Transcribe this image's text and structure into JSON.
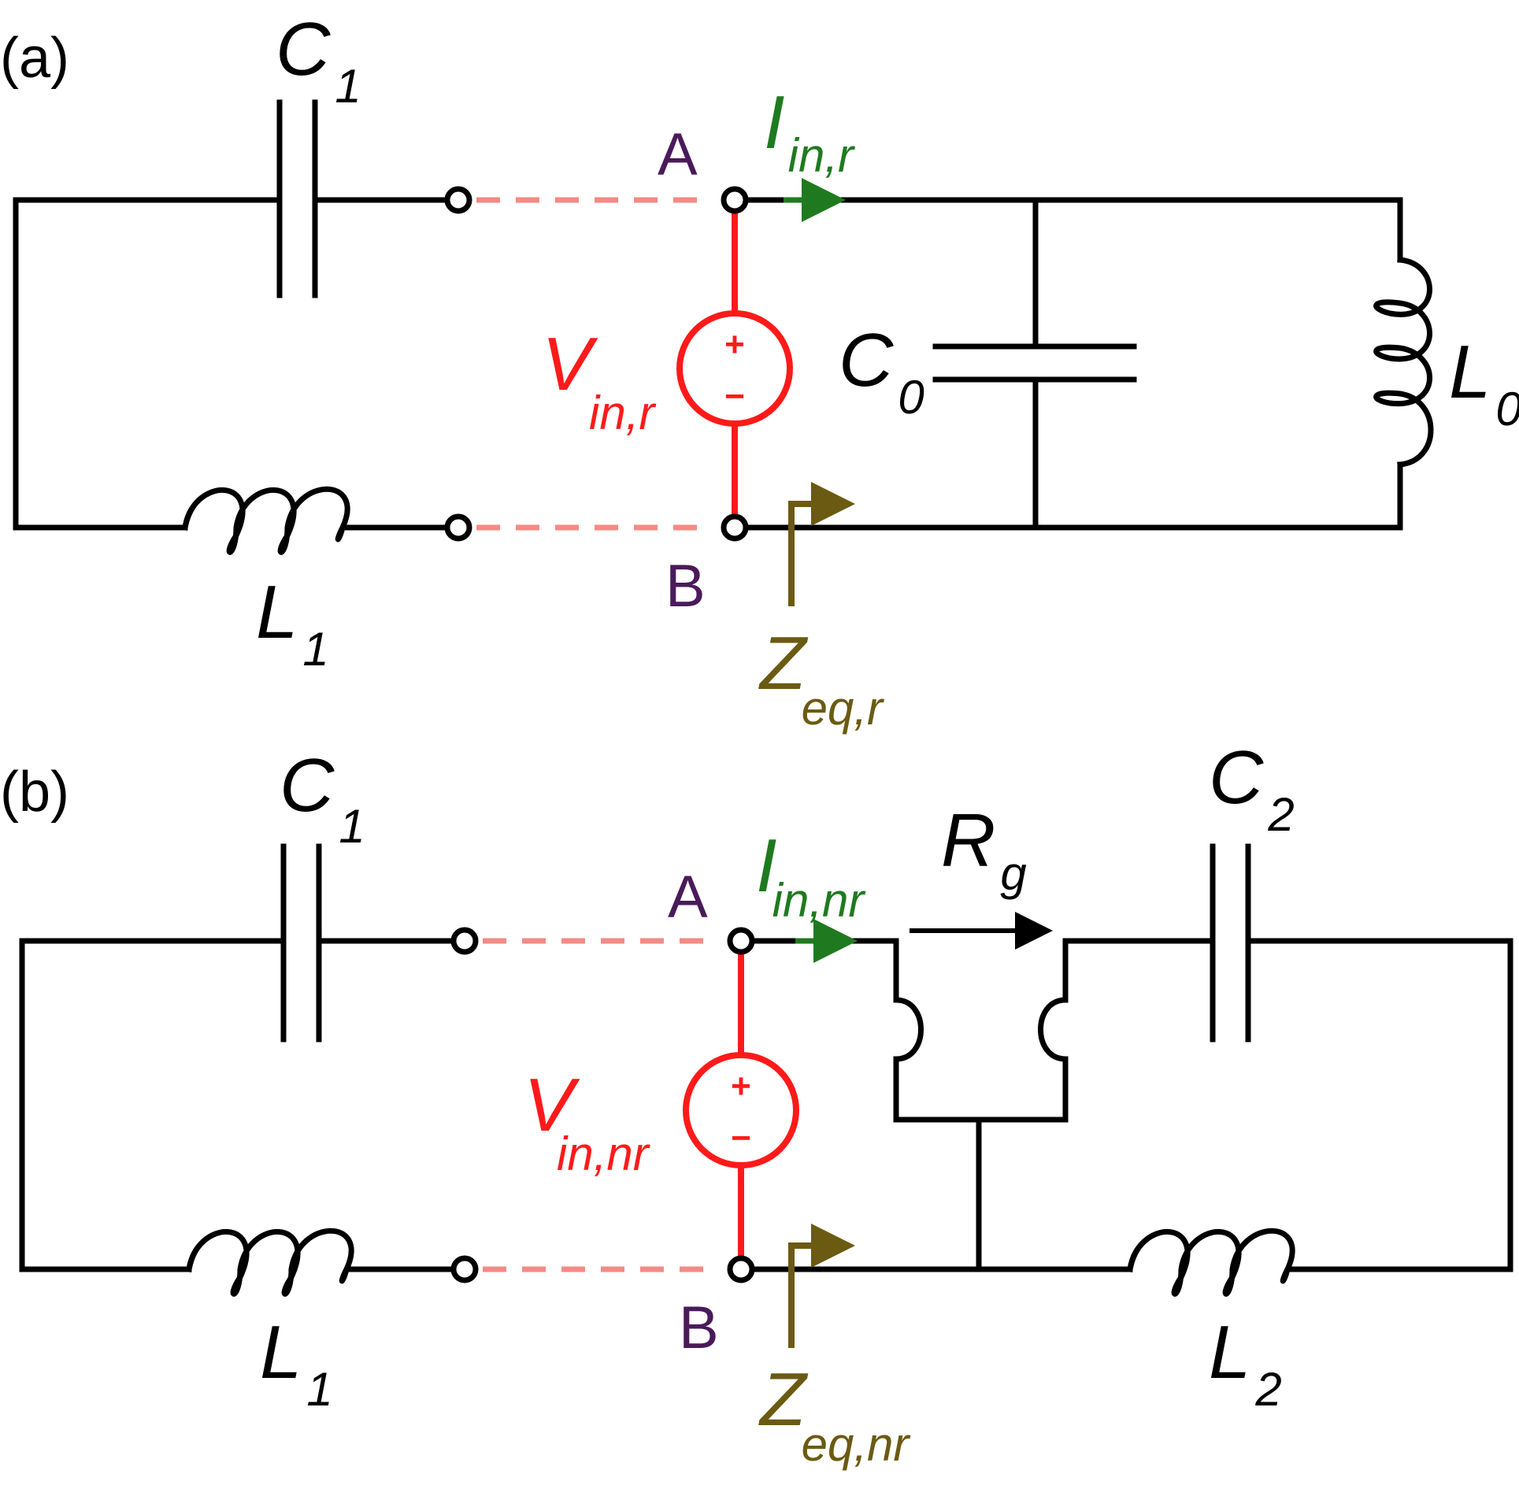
{
  "colors": {
    "wire": "#000000",
    "source": "#ff1a1a",
    "dashed_link": "#f48a84",
    "current": "#1f7a1f",
    "impedance": "#6b5a12",
    "node_label": "#4a1a5a"
  },
  "panel_a": {
    "label": "(a)",
    "c1": {
      "sym": "C",
      "sub": "1"
    },
    "l1": {
      "sym": "L",
      "sub": "1"
    },
    "c0": {
      "sym": "C",
      "sub": "0"
    },
    "l0": {
      "sym": "L",
      "sub": "0"
    },
    "node_a": "A",
    "node_b": "B",
    "current": {
      "sym": "I",
      "sub": "in,r"
    },
    "voltage": {
      "sym": "V",
      "sub": "in,r",
      "plus": "+",
      "minus": "−"
    },
    "impedance": {
      "sym": "Z",
      "sub": "eq,r"
    }
  },
  "panel_b": {
    "label": "(b)",
    "c1": {
      "sym": "C",
      "sub": "1"
    },
    "l1": {
      "sym": "L",
      "sub": "1"
    },
    "c2": {
      "sym": "C",
      "sub": "2"
    },
    "l2": {
      "sym": "L",
      "sub": "2"
    },
    "rg": {
      "sym": "R",
      "sub": "g"
    },
    "node_a": "A",
    "node_b": "B",
    "current": {
      "sym": "I",
      "sub": "in,nr"
    },
    "voltage": {
      "sym": "V",
      "sub": "in,nr",
      "plus": "+",
      "minus": "−"
    },
    "impedance": {
      "sym": "Z",
      "sub": "eq,nr"
    }
  }
}
